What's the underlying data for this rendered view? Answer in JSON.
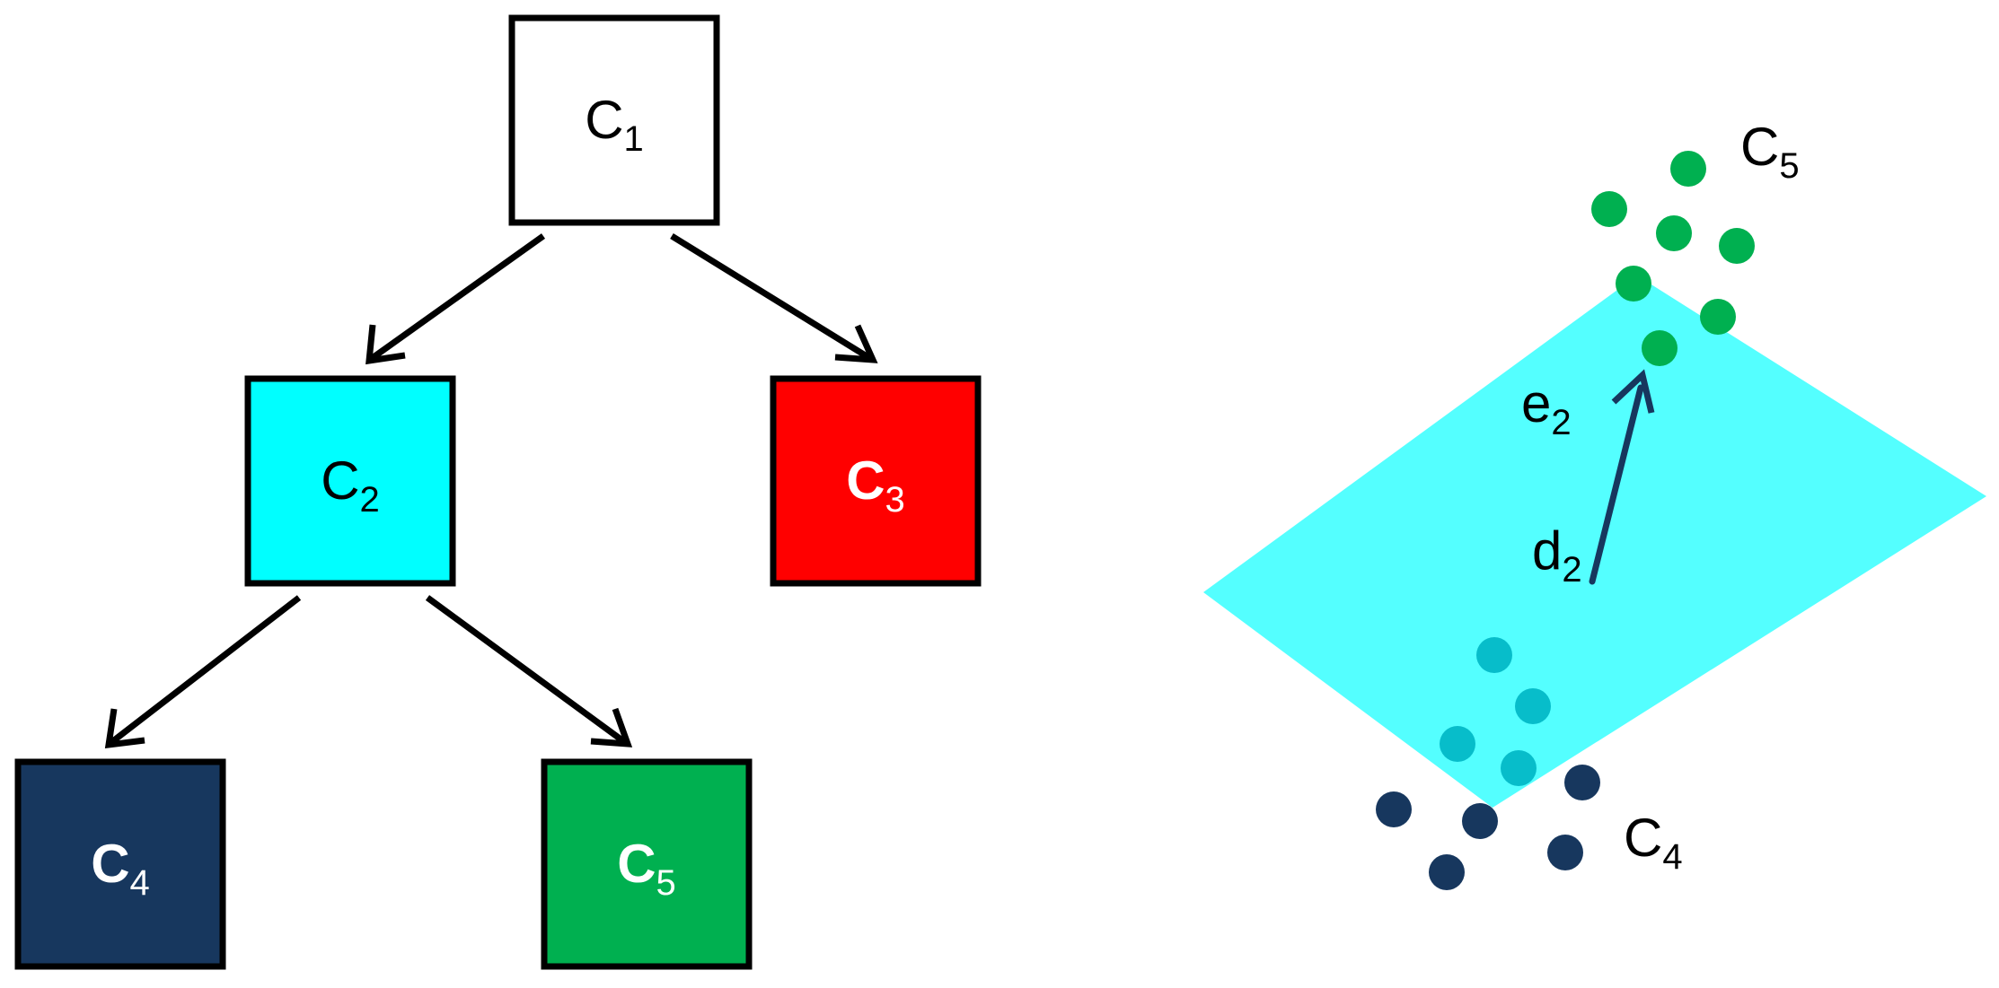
{
  "tree": {
    "nodes": [
      {
        "id": "c1",
        "letter": "C",
        "sub": "1",
        "fill": "#ffffff",
        "text_color": "#000000",
        "bold": false
      },
      {
        "id": "c2",
        "letter": "C",
        "sub": "2",
        "fill": "#00ffff",
        "text_color": "#000000",
        "bold": false
      },
      {
        "id": "c3",
        "letter": "C",
        "sub": "3",
        "fill": "#ff0000",
        "text_color": "#ffffff",
        "bold": true
      },
      {
        "id": "c4",
        "letter": "C",
        "sub": "4",
        "fill": "#17375e",
        "text_color": "#ffffff",
        "bold": true
      },
      {
        "id": "c5",
        "letter": "C",
        "sub": "5",
        "fill": "#00b050",
        "text_color": "#ffffff",
        "bold": true
      }
    ],
    "edges": [
      {
        "from": "c1",
        "to": "c2"
      },
      {
        "from": "c1",
        "to": "c3"
      },
      {
        "from": "c2",
        "to": "c4"
      },
      {
        "from": "c2",
        "to": "c5"
      }
    ]
  },
  "projection": {
    "plane_color": "#00ffff",
    "cluster_c5": {
      "letter": "C",
      "sub": "5",
      "color": "#00b050"
    },
    "cluster_c4": {
      "letter": "C",
      "sub": "4",
      "color": "#17375e"
    },
    "vector_e": {
      "letter": "e",
      "sub": "2"
    },
    "vector_d": {
      "letter": "d",
      "sub": "2"
    },
    "arrow_color": "#17375e"
  }
}
